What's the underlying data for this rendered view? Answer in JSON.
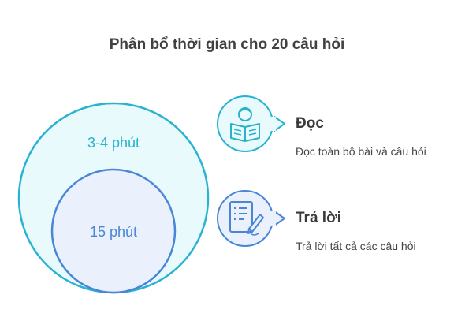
{
  "title": "Phân bổ thời gian cho 20 câu hỏi",
  "circles": {
    "outer_label": "3-4 phút",
    "inner_label": "15 phút"
  },
  "items": [
    {
      "icon": "reading-person-icon",
      "title": "Đọc",
      "desc": "Đọc toàn bộ bài và câu hỏi"
    },
    {
      "icon": "writing-checklist-icon",
      "title": "Trả lời",
      "desc": "Trả lời tất cả các câu hỏi"
    }
  ],
  "colors": {
    "outer_fill": "#e8fafc",
    "outer_stroke": "#2ab3d0",
    "inner_fill": "#eaf1fc",
    "inner_stroke": "#4a86d6"
  }
}
